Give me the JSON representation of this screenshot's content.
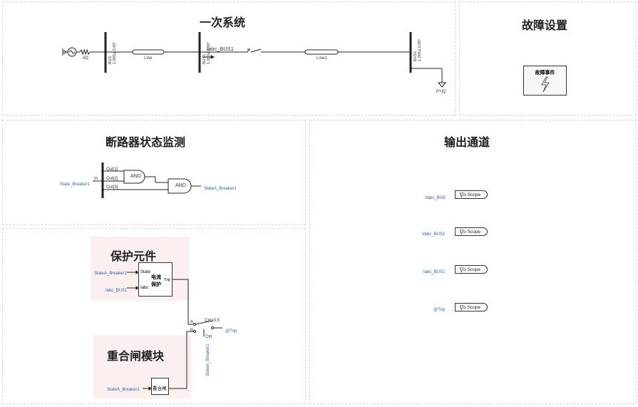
{
  "panels": {
    "primary": {
      "title": "一次系统"
    },
    "fault": {
      "title": "故障设置",
      "event_label": "故障事件",
      "event_icon": "lightning-icon"
    },
    "breaker_monitor": {
      "title": "断路器状态监测"
    },
    "output": {
      "title": "输出通道"
    },
    "protection": {
      "title": "保护元件"
    },
    "reclose": {
      "title": "重合闸模块"
    }
  },
  "primary_system": {
    "source_impedance": "0Ω",
    "line_left": "Line",
    "line_right": "Line1",
    "bus_left_label": "BUS\n1.000∠0.00°",
    "bus_mid_label": "BUS1\n1.000∠0.00°",
    "bus_right_label": "BUS1\n1.000∠0.00°",
    "meter_label": "Iabc_BUS1",
    "load_label": "P+jQ"
  },
  "breaker_monitor": {
    "input_signal": "State_Breaker1",
    "in_pin": "In",
    "out_pins": [
      "Out[1]",
      "Out[2]",
      "Out[3]"
    ],
    "gate1": "AND",
    "gate2": "AND",
    "output_signal": "StateA_Breaker1"
  },
  "output_channels": [
    {
      "signal": "Vabc_BUS",
      "target": "To Scope"
    },
    {
      "signal": "Vabc_BUS1",
      "target": "To Scope"
    },
    {
      "signal": "Iabc_BUS1",
      "target": "To Scope"
    },
    {
      "signal": "@Trip",
      "target": "To Scope"
    }
  ],
  "protection": {
    "in_state": "StateA_Breaker1",
    "in_iabc": "Iabc_BUS1",
    "port_state": "State",
    "port_iabc": "Iabc",
    "block_label_1": "电流",
    "block_label_2": "保护",
    "port_trip": "Trip",
    "switch_label": "Ctrl≥0.5",
    "switch_a": "A",
    "switch_b": "B",
    "ctrl_label": "Ctrl",
    "switch_out": "@Trip",
    "vertical_signal": "StateA_Breaker1"
  },
  "reclose": {
    "in_signal": "StateA_Breaker1",
    "block_label": "重合闸"
  }
}
